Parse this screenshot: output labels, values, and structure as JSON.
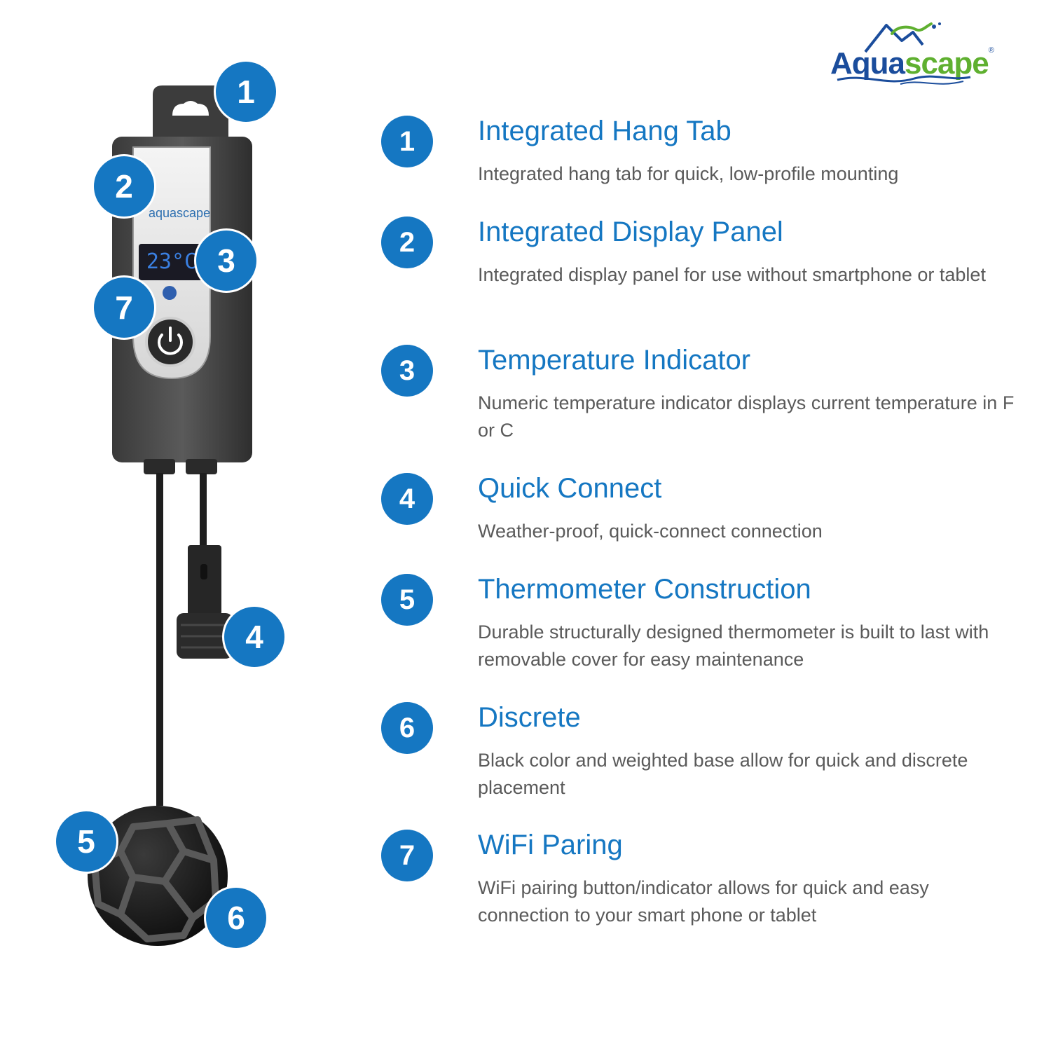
{
  "brand": {
    "name_part1": "Aqua",
    "name_part2": "scape",
    "registered": "®"
  },
  "device": {
    "display_reading": "23°C",
    "callouts": [
      "1",
      "2",
      "3",
      "4",
      "5",
      "6",
      "7"
    ]
  },
  "features": [
    {
      "number": "1",
      "title": "Integrated Hang Tab",
      "description": "Integrated hang tab for quick, low-profile mounting"
    },
    {
      "number": "2",
      "title": "Integrated Display Panel",
      "description": "Integrated display panel for use without smartphone or tablet"
    },
    {
      "number": "3",
      "title": "Temperature Indicator",
      "description": "Numeric temperature indicator displays current temperature in F or C"
    },
    {
      "number": "4",
      "title": "Quick Connect",
      "description": "Weather-proof, quick-connect connection"
    },
    {
      "number": "5",
      "title": "Thermometer Construction",
      "description": "Durable structurally designed thermometer is built to last with removable cover for easy maintenance"
    },
    {
      "number": "6",
      "title": "Discrete",
      "description": "Black color and weighted base allow for quick and discrete placement"
    },
    {
      "number": "7",
      "title": "WiFi Paring",
      "description": "WiFi pairing button/indicator allows for quick and easy connection to your smart phone or tablet"
    }
  ],
  "colors": {
    "accent_blue": "#1577c2",
    "body_text": "#5a5a5a",
    "logo_blue": "#1b4d9c",
    "logo_green": "#5fb030",
    "device_body": "#4a4a4a"
  }
}
